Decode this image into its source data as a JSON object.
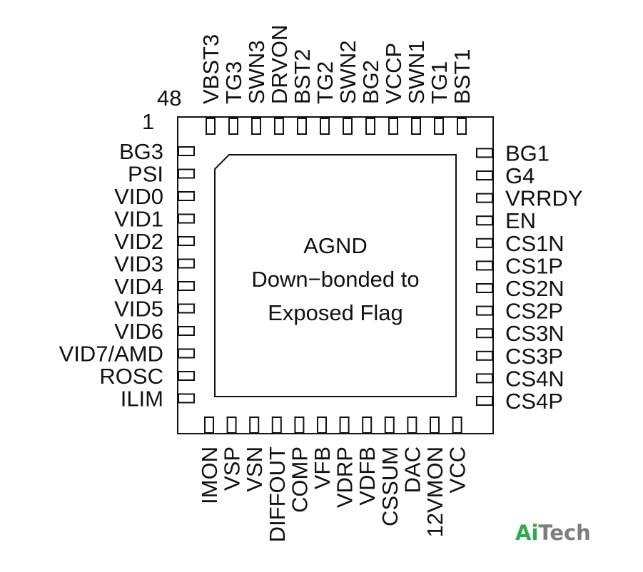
{
  "pin_numbers": {
    "first": "1",
    "last": "48"
  },
  "center_text": {
    "line1": "AGND",
    "line2": "Down−bonded to",
    "line3": "Exposed Flag"
  },
  "pins": {
    "left": [
      "BG3",
      "PSI",
      "VID0",
      "VID1",
      "VID2",
      "VID3",
      "VID4",
      "VID5",
      "VID6",
      "VID7/AMD",
      "ROSC",
      "ILIM"
    ],
    "bottom": [
      "IMON",
      "VSP",
      "VSN",
      "DIFFOUT",
      "COMP",
      "VFB",
      "VDRP",
      "VDFB",
      "CSSUM",
      "DAC",
      "12VMON",
      "VCC"
    ],
    "right": [
      "CS4P",
      "CS4N",
      "CS3P",
      "CS3N",
      "CS2P",
      "CS2N",
      "CS1P",
      "CS1N",
      "EN",
      "VRRDY",
      "G4",
      "BG1"
    ],
    "top": [
      "BST1",
      "TG1",
      "SWN1",
      "VCCP",
      "BG2",
      "SWN2",
      "TG2",
      "BST2",
      "DRVON",
      "SWN3",
      "TG3",
      "VBST3"
    ]
  },
  "logo": {
    "part1": "Ai",
    "part2": "Tech"
  },
  "colors": {
    "ink": "#111111",
    "logo_green": "#2eab4a",
    "logo_gray": "#7d7d7d"
  }
}
